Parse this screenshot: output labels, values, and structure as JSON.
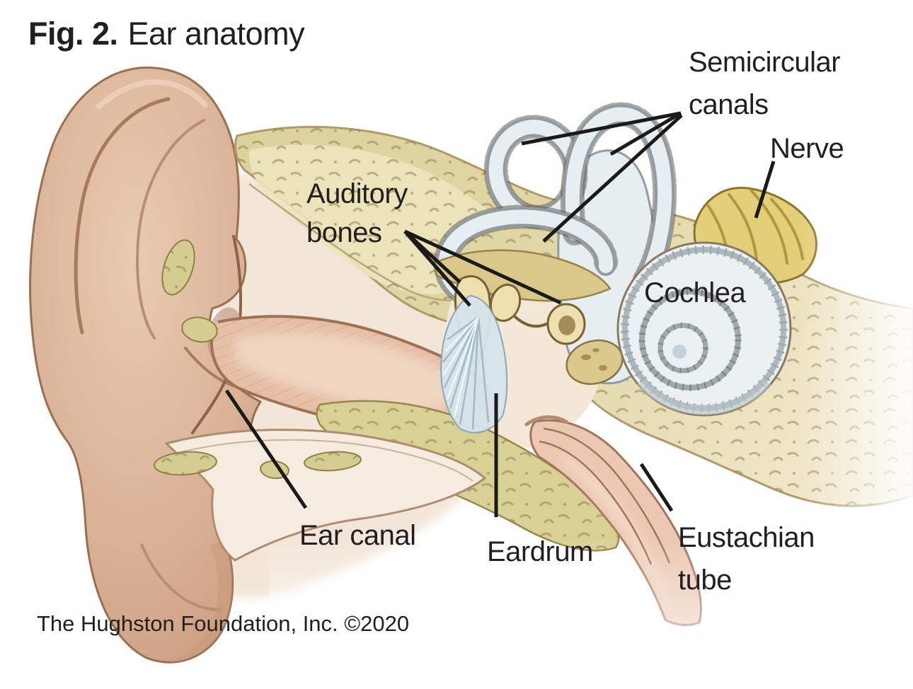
{
  "figure": {
    "number": "Fig. 2.",
    "title": "Ear anatomy",
    "credit": "The Hughston Foundation, Inc. ©2020"
  },
  "labels": {
    "semicircular_canals": "Semicircular\ncanals",
    "nerve": "Nerve",
    "auditory_bones": "Auditory\nbones",
    "cochlea": "Cochlea",
    "ear_canal": "Ear canal",
    "eardrum": "Eardrum",
    "eustachian_tube": "Eustachian\ntube"
  },
  "colors": {
    "skin": "#d8af92",
    "skin_shadow": "#c09074",
    "bone_khaki": "#ddd3a0",
    "bone_speckle": "#8d7a48",
    "cartilage_cream": "#f2e6d8",
    "inner_ear_blue": "#e6eef1",
    "inner_ear_edge": "#8e9da4",
    "nerve_yellow": "#e3cf77",
    "ossicle_tan": "#eedfae",
    "canal_pink": "#e6bfa6",
    "eustachian_pink": "#eac8b2",
    "leader_line": "#1a1a1a",
    "label_text": "#231f20"
  }
}
